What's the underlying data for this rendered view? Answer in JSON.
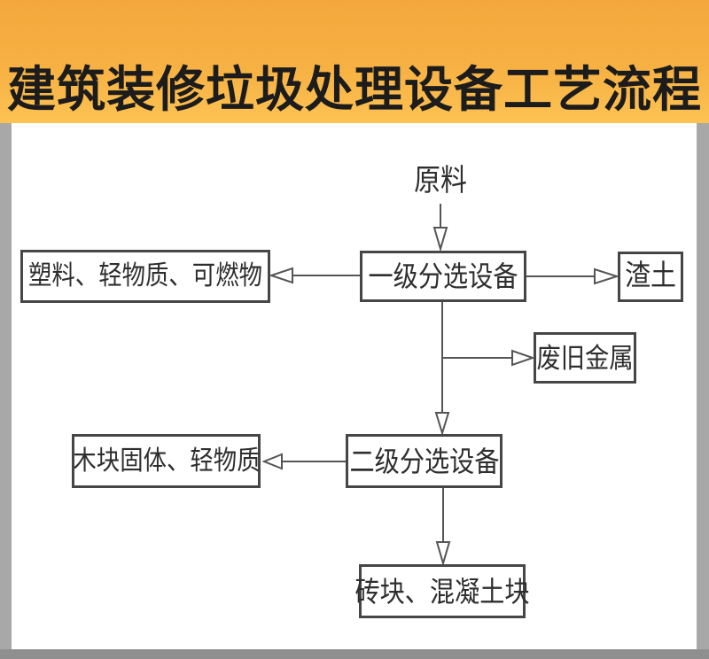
{
  "title": "建筑装修垃圾处理设备工艺流程",
  "flowchart": {
    "source_label": "原料",
    "nodes": {
      "stage1": "一级分选设备",
      "plastics": "塑料、轻物质、可燃物",
      "slag": "渣土",
      "metal": "废旧金属",
      "stage2": "二级分选设备",
      "wood": "木块固体、轻物质",
      "bricks": "砖块、混凝土块"
    },
    "edges": [
      {
        "from": "原料",
        "to": "一级分选设备"
      },
      {
        "from": "一级分选设备",
        "to": "塑料、轻物质、可燃物"
      },
      {
        "from": "一级分选设备",
        "to": "渣土"
      },
      {
        "from": "一级分选设备",
        "to": "废旧金属"
      },
      {
        "from": "一级分选设备",
        "to": "二级分选设备"
      },
      {
        "from": "二级分选设备",
        "to": "木块固体、轻物质"
      },
      {
        "from": "二级分选设备",
        "to": "砖块、混凝土块"
      }
    ]
  },
  "colors": {
    "header_gradient_top": "#f4a73c",
    "header_gradient_bottom": "#fcc253",
    "title_text": "#1c1c1c",
    "outer_background": "#a8a8a8",
    "bottom_strip": "#8f8f8f",
    "panel_background": "#ffffff",
    "line": "#555555",
    "box_border": "#464646",
    "box_text": "#2e2e2e"
  }
}
